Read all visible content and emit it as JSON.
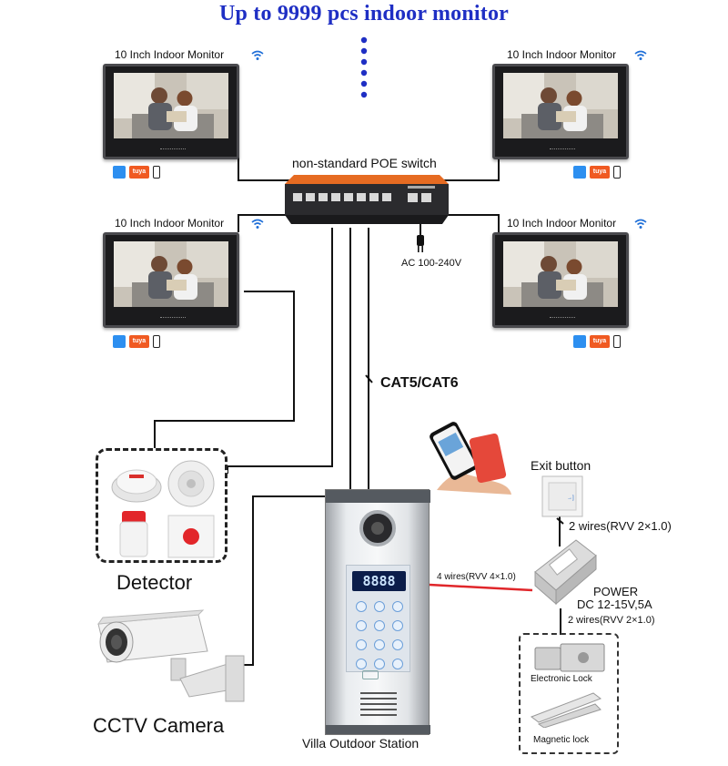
{
  "headline": "Up to 9999 pcs indoor monitor",
  "monitors": [
    {
      "label": "10 Inch Indoor Monitor"
    },
    {
      "label": "10 Inch Indoor Monitor"
    },
    {
      "label": "10 Inch Indoor Monitor"
    },
    {
      "label": "10 Inch Indoor Monitor"
    }
  ],
  "app_icons": {
    "tuya": "tuya",
    "icons": [
      "home-app-icon",
      "tuya-icon",
      "phone-icon"
    ]
  },
  "poe_switch": {
    "label": "non-standard POE switch",
    "power": "AC 100-240V"
  },
  "cable": {
    "label": "CAT5/CAT6"
  },
  "detector": {
    "label": "Detector"
  },
  "cctv": {
    "label": "CCTV Camera"
  },
  "outdoor_station": {
    "label": "Villa Outdoor Station",
    "display": "8888"
  },
  "exit_button": {
    "label": "Exit button",
    "wires": "2 wires(RVV 2×1.0)"
  },
  "power_supply": {
    "label_line1": "POWER",
    "label_line2": "DC 12-15V,5A",
    "wires_out": "2 wires(RVV 2×1.0)"
  },
  "station_wires": "4 wires(RVV 4×1.0)",
  "locks": {
    "electronic": "Electronic Lock",
    "magnetic": "Magnetic lock"
  },
  "colors": {
    "headline": "#1f2fc4",
    "red_wire": "#e0262a",
    "tuya": "#f05a22",
    "home": "#2d8ff0"
  }
}
